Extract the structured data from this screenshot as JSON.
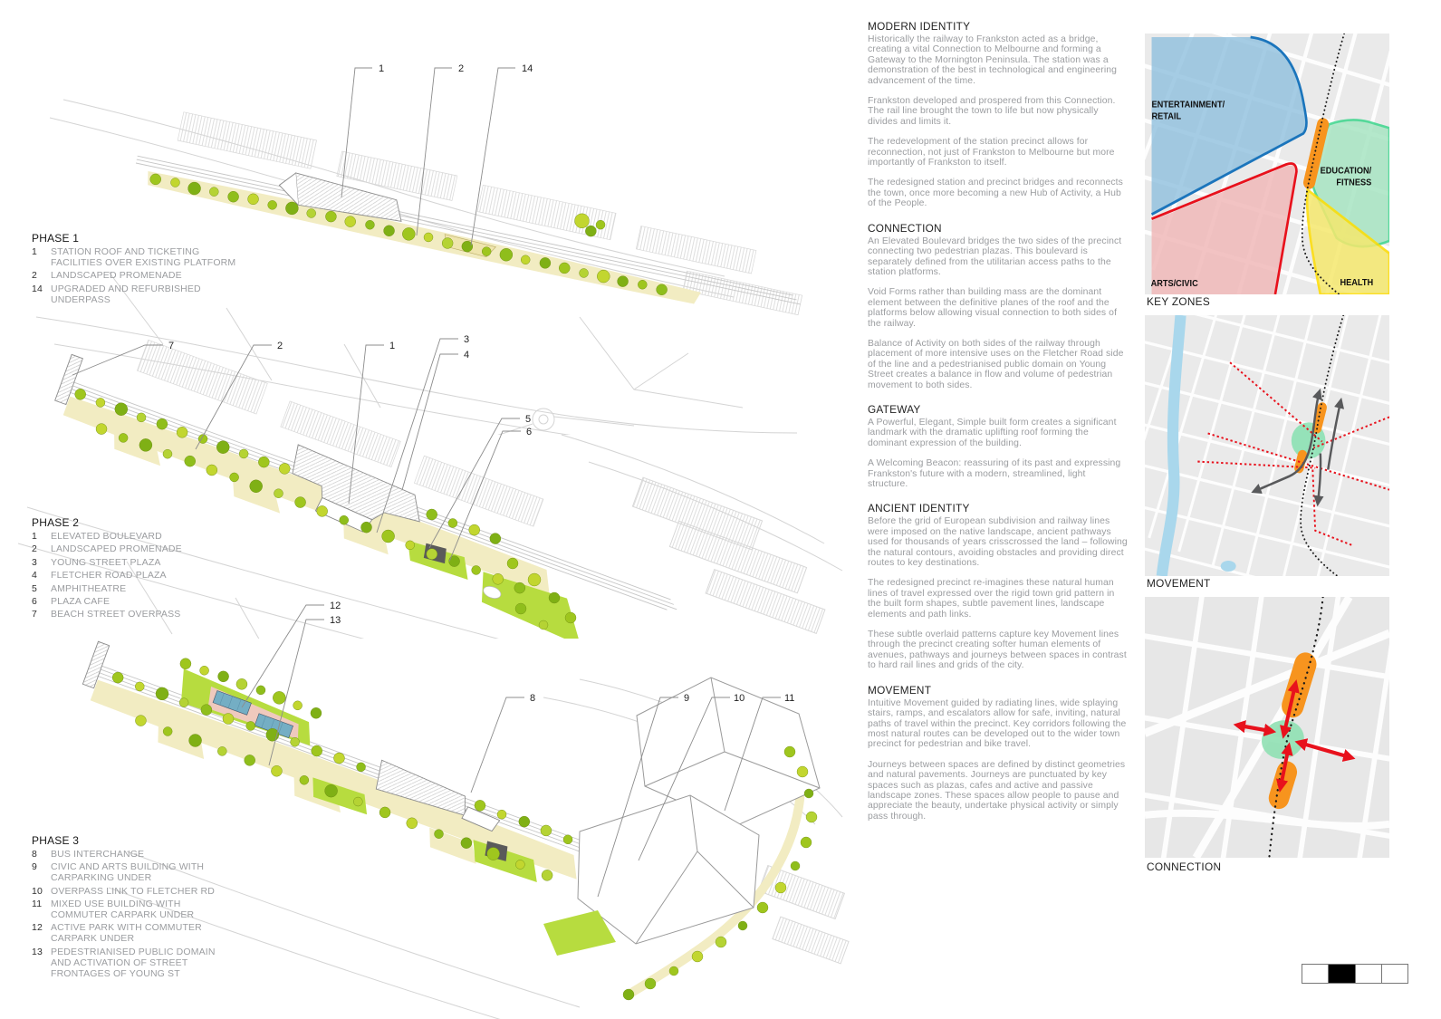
{
  "phases": [
    {
      "title": "PHASE 1",
      "callouts": [
        "1",
        "2",
        "14"
      ],
      "items": [
        {
          "num": "1",
          "text": "STATION ROOF AND TICKETING\nFACILITIES OVER EXISTING PLATFORM"
        },
        {
          "num": "2",
          "text": "LANDSCAPED PROMENADE"
        },
        {
          "num": "14",
          "text": "UPGRADED AND REFURBISHED\nUNDERPASS"
        }
      ]
    },
    {
      "title": "PHASE 2",
      "callouts": [
        "7",
        "2",
        "1",
        "3",
        "4",
        "5",
        "6"
      ],
      "items": [
        {
          "num": "1",
          "text": "ELEVATED BOULEVARD"
        },
        {
          "num": "2",
          "text": "LANDSCAPED PROMENADE"
        },
        {
          "num": "3",
          "text": "YOUNG STREET PLAZA"
        },
        {
          "num": "4",
          "text": "FLETCHER ROAD PLAZA"
        },
        {
          "num": "5",
          "text": "AMPHITHEATRE"
        },
        {
          "num": "6",
          "text": "PLAZA CAFE"
        },
        {
          "num": "7",
          "text": "BEACH STREET OVERPASS"
        }
      ]
    },
    {
      "title": "PHASE 3",
      "callouts": [
        "12",
        "13",
        "8",
        "9",
        "10",
        "11"
      ],
      "items": [
        {
          "num": "8",
          "text": "BUS INTERCHANGE"
        },
        {
          "num": "9",
          "text": "CIVIC AND ARTS BUILDING WITH\nCARPARKING UNDER"
        },
        {
          "num": "10",
          "text": "OVERPASS LINK TO FLETCHER RD"
        },
        {
          "num": "11",
          "text": "MIXED USE BUILDING WITH\nCOMMUTER CARPARK UNDER"
        },
        {
          "num": "12",
          "text": "ACTIVE PARK WITH COMMUTER\nCARPARK UNDER"
        },
        {
          "num": "13",
          "text": "PEDESTRIANISED PUBLIC DOMAIN\nAND ACTIVATION OF STREET\nFRONTAGES OF YOUNG ST"
        }
      ]
    }
  ],
  "narrative": {
    "sections": [
      {
        "heading": "MODERN IDENTITY",
        "paras": [
          "Historically the railway to Frankston acted as a bridge, creating a vital Connection to Melbourne and forming a Gateway to the Mornington Peninsula. The station was a demonstration of the best in technological and engineering advancement of the time.",
          "Frankston developed and prospered from this Connection. The rail line brought the town to life but now physically divides and limits it.",
          "The redevelopment of the station precinct allows for reconnection, not just of Frankston to Melbourne but more importantly of Frankston to itself.",
          "The redesigned station and precinct bridges and reconnects the town, once more becoming a new Hub of Activity, a Hub of the People."
        ]
      },
      {
        "heading": "CONNECTION",
        "paras": [
          "An Elevated Boulevard bridges the two sides of the precinct connecting two pedestrian plazas. This boulevard is separately defined from the utilitarian access paths to the station platforms.",
          "Void Forms rather than building mass are the dominant element between the definitive planes of the roof and the platforms below allowing visual connection to both sides of the railway.",
          "Balance of Activity on both sides of the railway through placement of more intensive uses on the Fletcher Road side of the line and a pedestrianised public domain on Young Street creates a balance in flow and volume of pedestrian movement to both sides."
        ]
      },
      {
        "heading": "GATEWAY",
        "paras": [
          "A Powerful, Elegant, Simple built form creates a significant landmark with the dramatic uplifting roof forming the dominant expression of the building.",
          "A Welcoming Beacon: reassuring of its past and expressing Frankston's future with a modern, streamlined, light structure."
        ]
      },
      {
        "heading": "ANCIENT IDENTITY",
        "paras": [
          "Before the grid of European subdivision and railway lines were imposed on the native landscape, ancient pathways used for thousands of years crisscrossed the land – following the natural contours, avoiding obstacles and providing direct routes to key destinations.",
          "The redesigned precinct re-imagines these natural human lines of travel expressed over the rigid town grid pattern in the built form shapes, subtle pavement lines, landscape elements and path links.",
          "These subtle overlaid patterns capture key Movement lines through the precinct creating softer human elements of avenues, pathways and journeys between spaces in contrast to hard rail lines and grids of the city."
        ]
      },
      {
        "heading": "MOVEMENT",
        "paras": [
          "Intuitive Movement guided by radiating lines, wide splaying stairs, ramps, and escalators allow for safe, inviting, natural paths of travel within the precinct. Key corridors following the most natural routes can be developed out to the wider town precinct for pedestrian and bike travel.",
          "Journeys between spaces are defined by distinct geometries and natural pavements. Journeys are punctuated by key spaces such as plazas, cafes and active and passive landscape zones. These spaces allow people to pause and appreciate the beauty, undertake physical activity or simply pass through."
        ]
      }
    ]
  },
  "diagrams": {
    "key_zones": {
      "caption": "KEY ZONES",
      "labels": {
        "entertainment_1": "ENTERTAINMENT/",
        "entertainment_2": "RETAIL",
        "arts": "ARTS/CIVIC",
        "education_1": "EDUCATION/",
        "education_2": "FITNESS",
        "health": "HEALTH"
      }
    },
    "movement": {
      "caption": "MOVEMENT"
    },
    "connection": {
      "caption": "CONNECTION"
    }
  },
  "colors": {
    "zone_blue": "#1B75BC",
    "zone_blue_fill": "#8CBEDD",
    "zone_red": "#E8111C",
    "zone_red_fill": "#F0B9B9",
    "zone_green": "#3BD68C",
    "zone_green_fill": "#A8E5C3",
    "zone_yellow": "#FFDD00",
    "zone_yellow_fill": "#F5E86E",
    "station_orange": "#F7941E",
    "hub_green": "#8FE0B2",
    "tree_green": "#9FC61E",
    "promenade_cream": "#F2ECC2",
    "lawn_green": "#B7DC3F",
    "text_gray": "#9b9da0"
  }
}
